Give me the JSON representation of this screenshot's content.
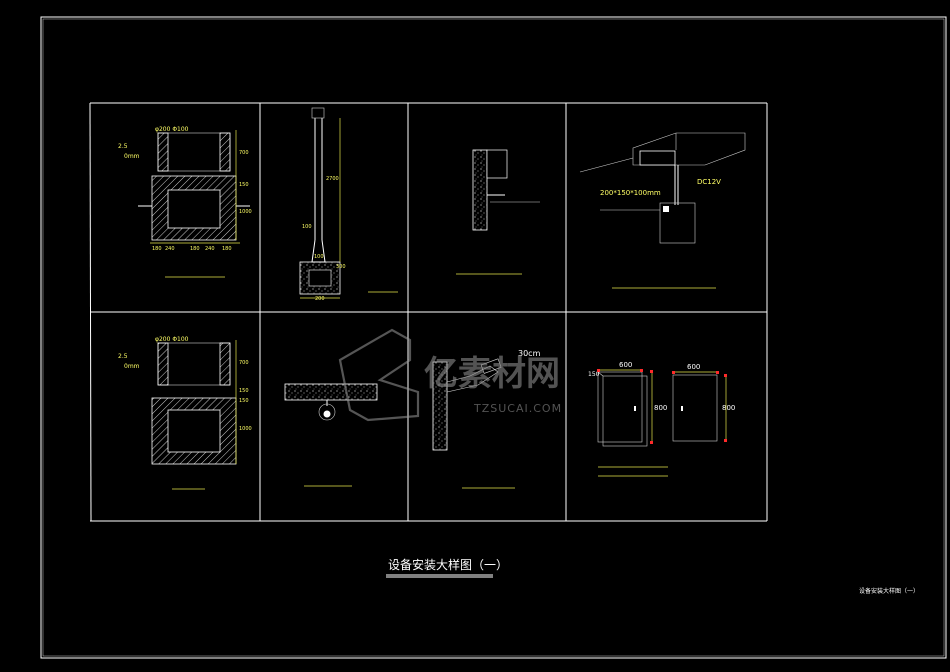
{
  "sheet_title": "设备安装大样图（一）",
  "title_block_label": "设备安装大样图（一）",
  "watermark": {
    "brand": "亿素材网",
    "url": "TZSUCAI.COM"
  },
  "panels": {
    "p1": {
      "caption": "",
      "notes": [
        "φ200 Φ100",
        "2.5",
        "0mm"
      ],
      "dims_right": [
        "700",
        "150",
        "1000"
      ],
      "dims_bottom": [
        "180",
        "240",
        "180",
        "240",
        "180"
      ]
    },
    "p2": {
      "caption": "",
      "dims": [
        "2700",
        "100",
        "100",
        "300",
        "200"
      ]
    },
    "p3": {
      "caption": "",
      "note": ""
    },
    "p4": {
      "caption": "",
      "size_label": "200*150*100mm",
      "voltage_label": "DC12V"
    },
    "p5": {
      "caption": "",
      "notes": [
        "φ200 Φ100",
        "2.5",
        "0mm"
      ],
      "dims_right": [
        "700",
        "150",
        "150",
        "1000"
      ],
      "dims_bottom": []
    },
    "p6": {
      "caption": "",
      "note": ""
    },
    "p7": {
      "caption": "",
      "note": "30cm"
    },
    "p8": {
      "cab1": {
        "width": "600",
        "height": "800",
        "depth": "150"
      },
      "cab2": {
        "width": "600",
        "height": "800"
      },
      "caption": ""
    }
  },
  "colors": {
    "background": "#000000",
    "line": "#ffffff",
    "dim": "#ffff66",
    "marker": "#ff2a2a"
  }
}
